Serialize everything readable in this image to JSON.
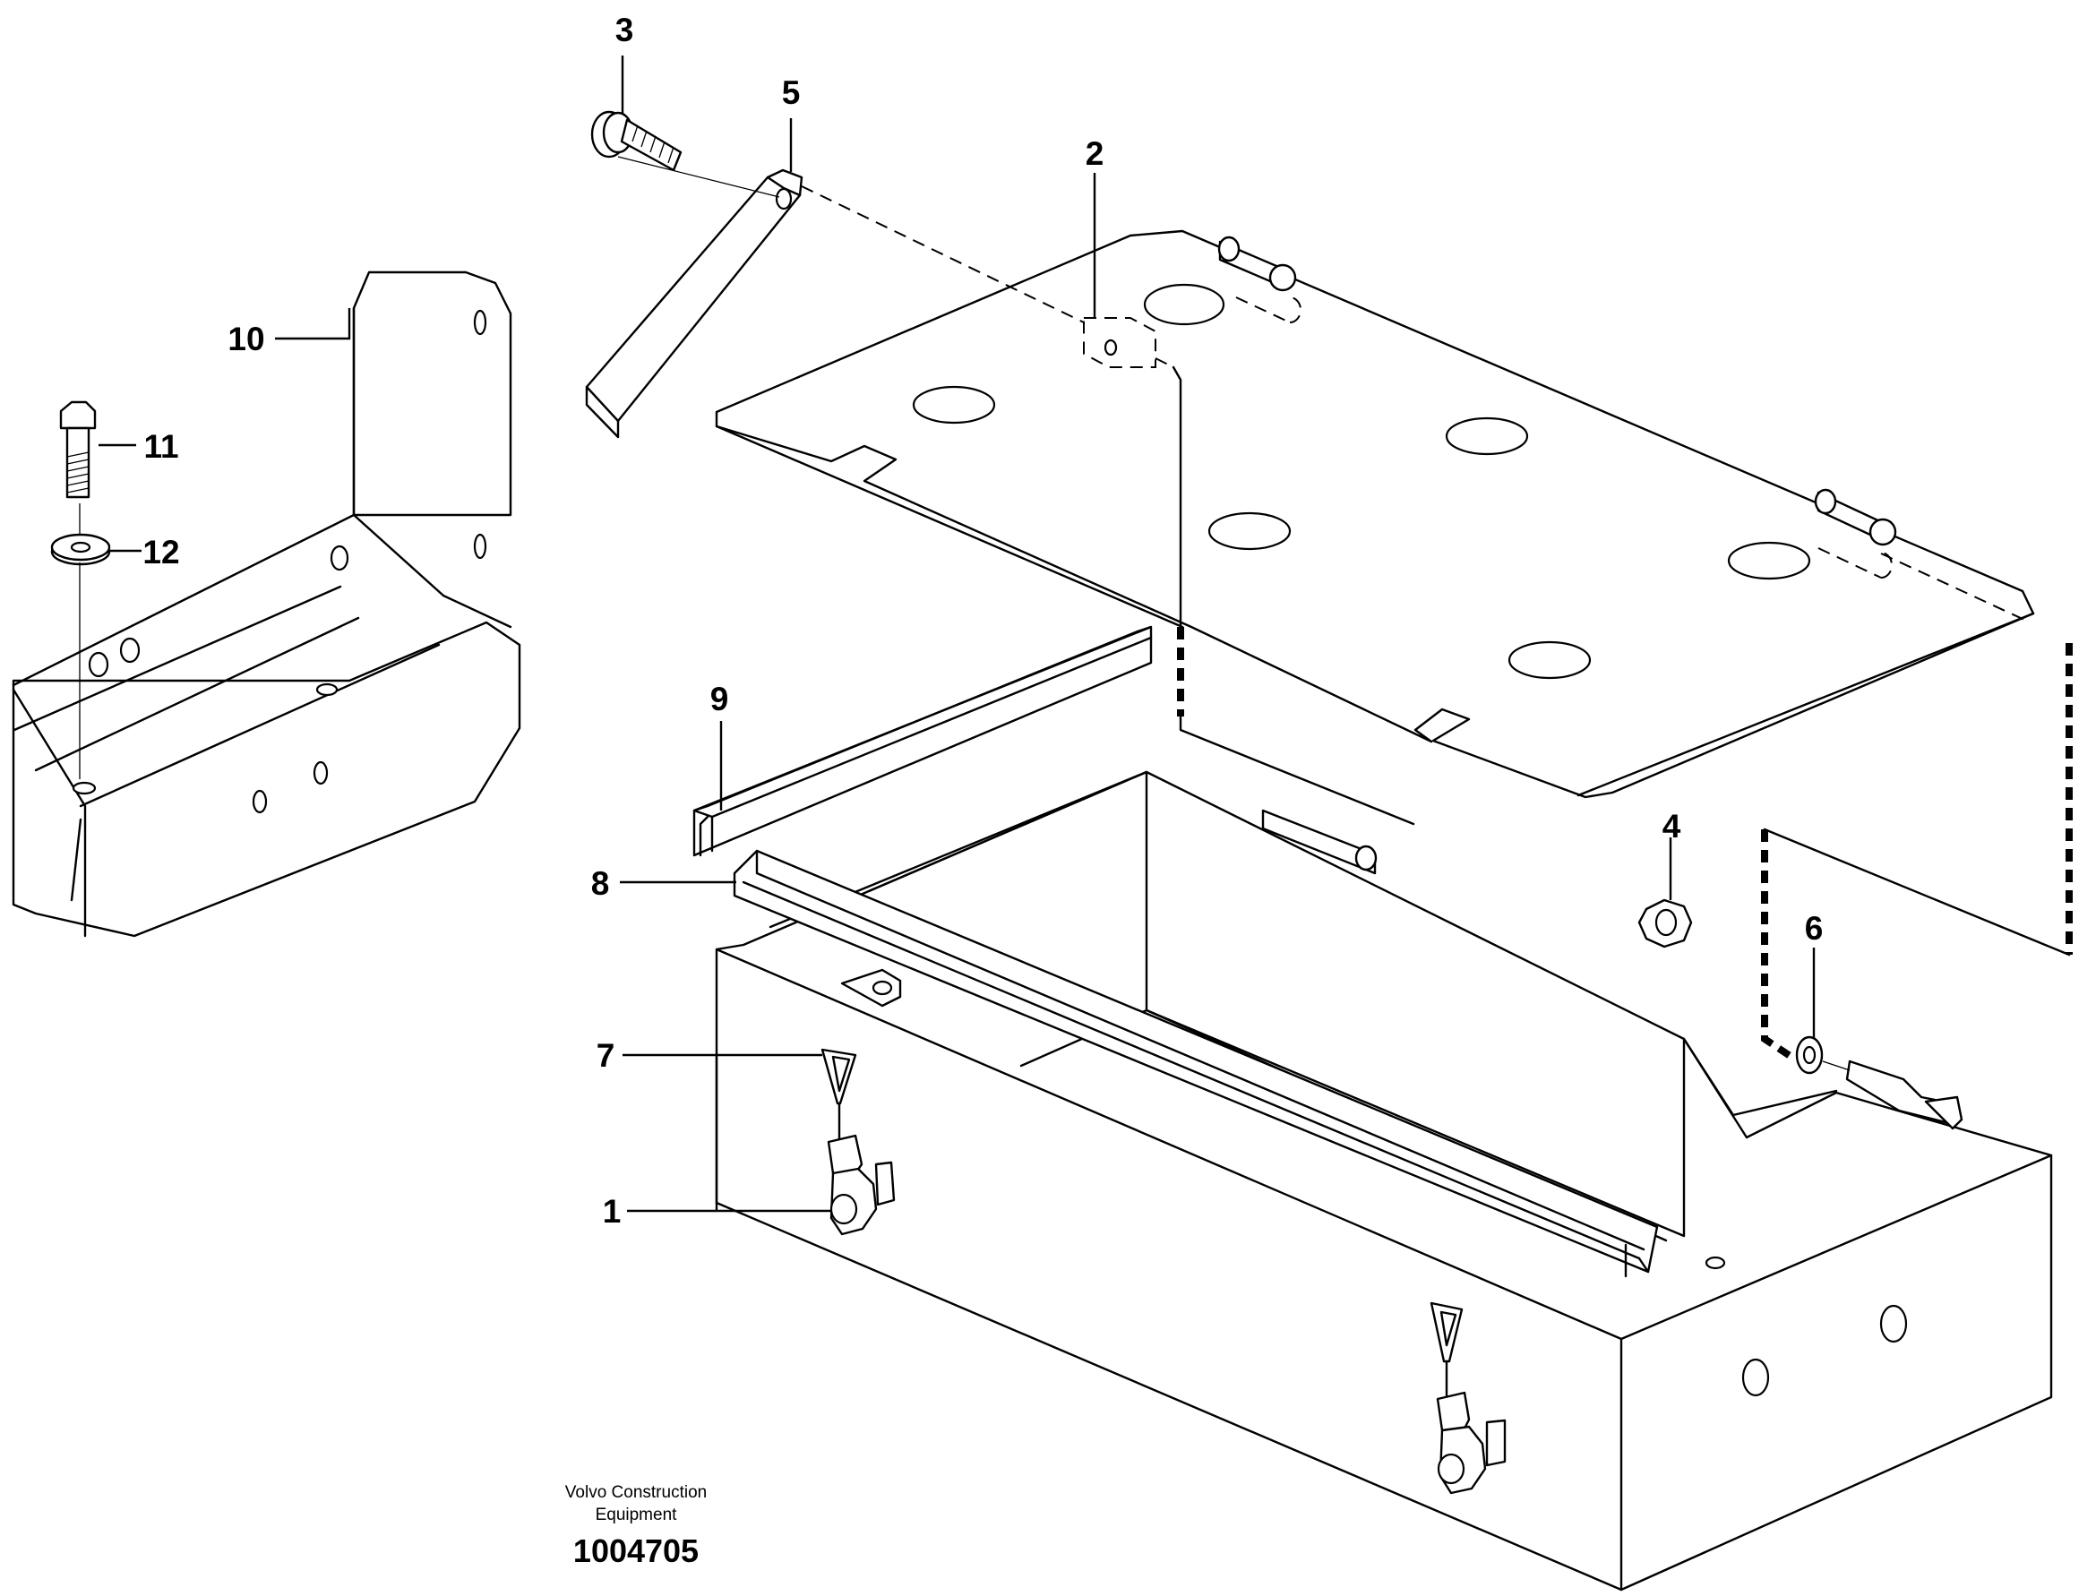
{
  "drawing": {
    "callouts": [
      "1",
      "2",
      "3",
      "4",
      "5",
      "6",
      "7",
      "8",
      "9",
      "10",
      "11",
      "12"
    ],
    "footer": {
      "company_line1": "Volvo Construction",
      "company_line2": "Equipment",
      "drawing_number": "1004705"
    }
  }
}
